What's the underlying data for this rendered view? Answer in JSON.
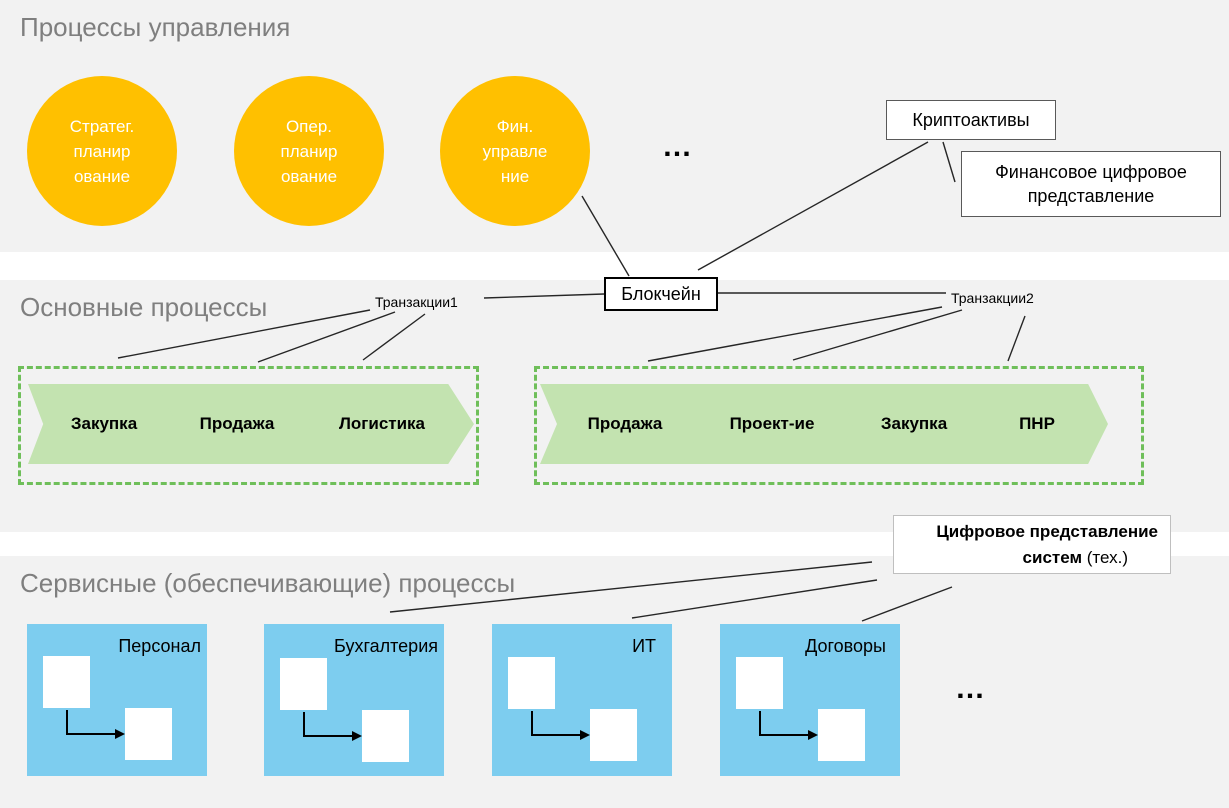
{
  "sections": {
    "management": "Процессы управления",
    "core": "Основные процессы",
    "service": "Сервисные (обеспечивающие) процессы"
  },
  "management_circles": [
    "Стратег.\nпланир\nование",
    "Опер.\nпланир\nование",
    "Фин.\nуправле\nние"
  ],
  "ellipsis": "…",
  "crypto_assets": "Криптоактивы",
  "financial_digital": "Финансовое цифровое\nпредставление",
  "blockchain": "Блокчейн",
  "transactions1": "Транзакции1",
  "transactions2": "Транзакции2",
  "chain1": [
    "Закупка",
    "Продажа",
    "Логистика"
  ],
  "chain2": [
    "Продажа",
    "Проект-ие",
    "Закупка",
    "ПНР"
  ],
  "digital_systems": {
    "line1": "Цифровое представление",
    "line2_bold": "систем",
    "line2_rest": " (тех.)"
  },
  "services": [
    "Персонал",
    "Бухгалтерия",
    "ИТ",
    "Договоры"
  ],
  "colors": {
    "band": "#f2f2f2",
    "circle": "#ffc000",
    "chevron": "#c3e3b0",
    "dashed_border": "#6fbf5a",
    "service_box": "#7dcdef"
  }
}
